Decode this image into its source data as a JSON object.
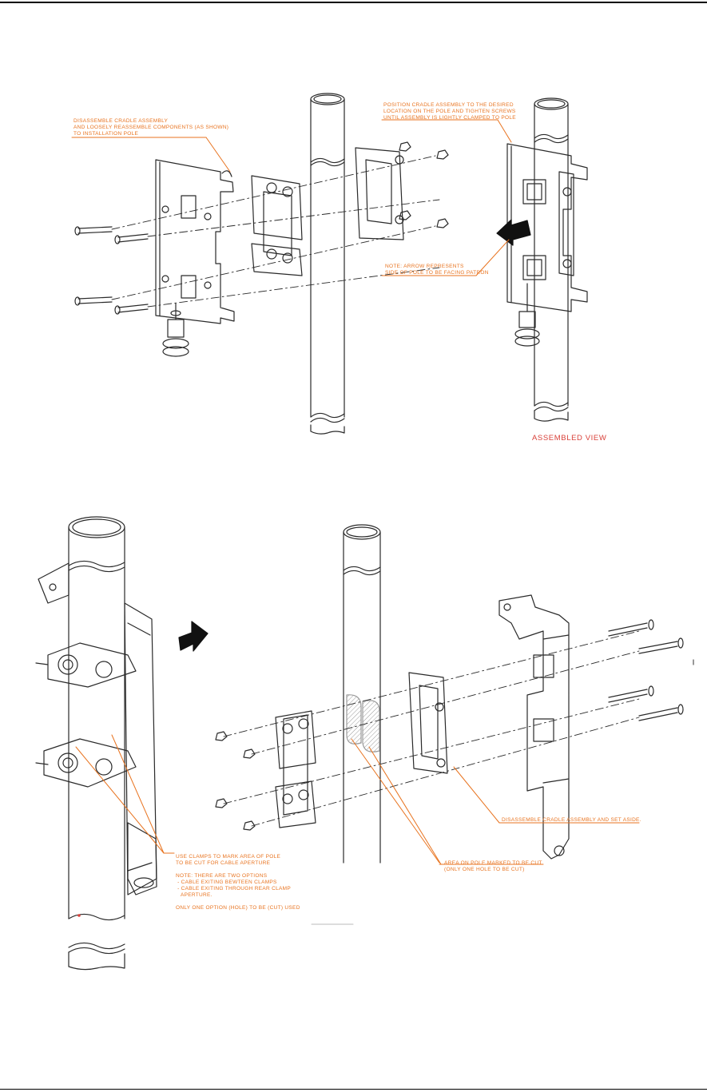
{
  "colors": {
    "line": "#2a2a2a",
    "annotation": "#e8731f",
    "label_red": "#d9413a",
    "hatch": "#9b9b9b"
  },
  "icons": {
    "arrow_top": "block-arrow-left-icon",
    "arrow_bottom": "block-arrow-right-icon"
  },
  "top_figure": {
    "note_disassemble": "DISASSEMBLE CRADLE ASSEMBLY\nAND LOOSELY REASSEMBLE COMPONENTS (AS SHOWN)\nTO INSTALLATION POLE",
    "note_position": "POSITION CRADLE ASSEMBLY TO THE DESIRED\nLOCATION ON THE POLE AND TIGHTEN SCREWS\nUNTIL ASSEMBLY IS LIGHTLY CLAMPED TO POLE",
    "note_arrow": "NOTE: ARROW REPRESENTS\nSIDE OF POLE TO BE FACING PATRON",
    "assembled_label": "ASSEMBLED VIEW"
  },
  "bottom_figure": {
    "note_clamps": "USE CLAMPS TO MARK AREA OF POLE\nTO BE CUT FOR CABLE APERTURE\n\nNOTE: THERE ARE TWO OPTIONS\n - CABLE EXITING BEWTEEN CLAMPS\n - CABLE EXITING THROUGH REAR CLAMP\n   APERTURE.\n\nONLY ONE OPTION (HOLE) TO BE (CUT) USED",
    "note_set_aside": "DISASSEMBLE CRADLE ASSEMBLY AND SET ASIDE.",
    "note_area_cut": "AREA ON POLE MARKED TO BE CUT\n(ONLY ONE HOLE TO BE CUT)"
  }
}
